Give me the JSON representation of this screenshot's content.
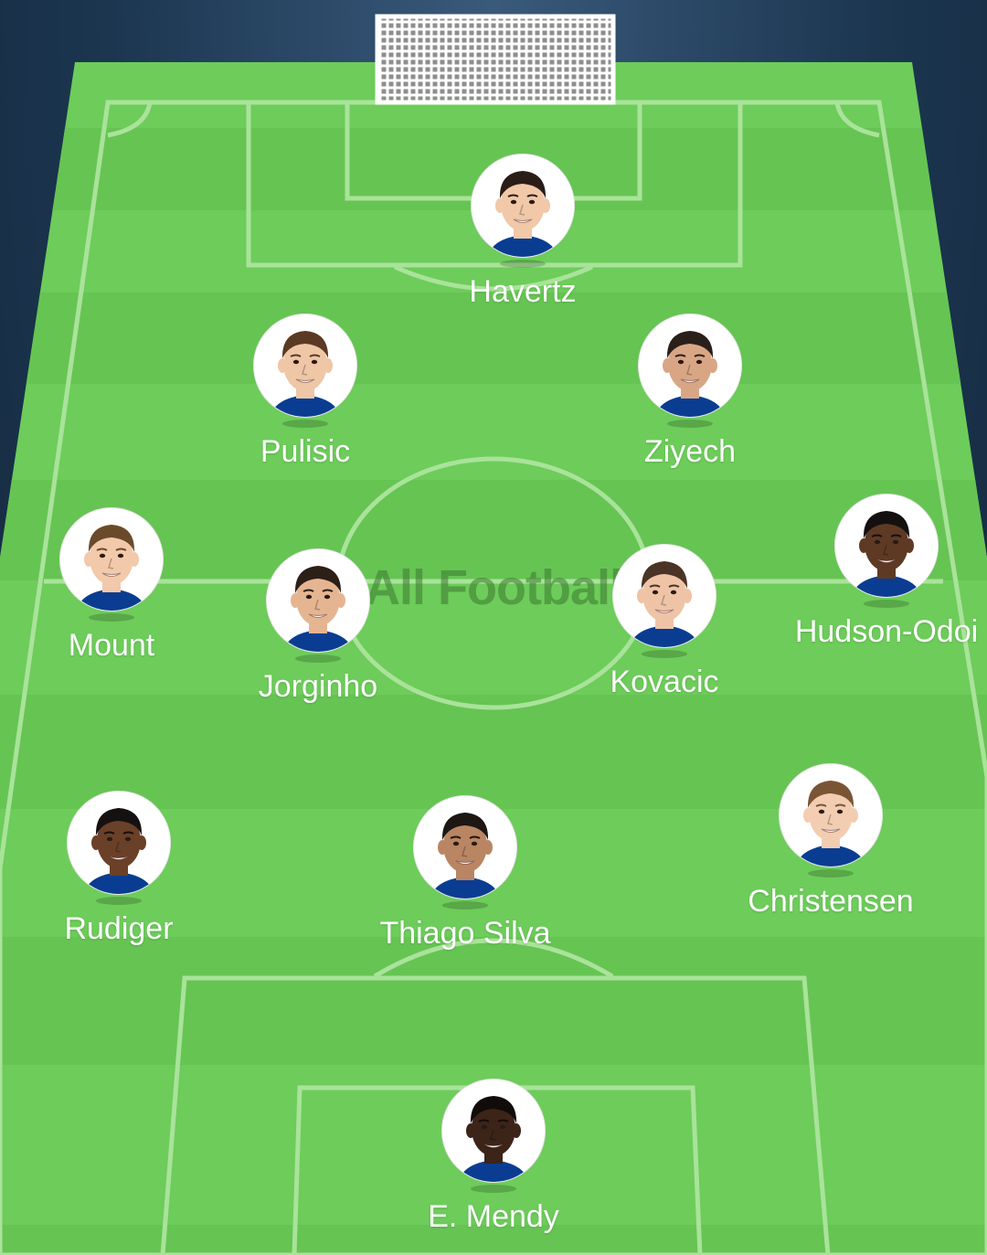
{
  "watermark": "All Football",
  "colors": {
    "pitch_light": "#6dcc5a",
    "pitch_dark": "#63c151",
    "lines": "#a9e39a",
    "background": "#1b3550",
    "name_text": "#ffffff",
    "avatar_bg": "#ffffff"
  },
  "players": [
    {
      "key": "havertz",
      "name": "Havertz",
      "position": "forward",
      "skin": "#f1c8a8",
      "hair": "#2a1d17"
    },
    {
      "key": "pulisic",
      "name": "Pulisic",
      "position": "attacking-midfielder-left",
      "skin": "#efc6a6",
      "hair": "#5a3a24"
    },
    {
      "key": "ziyech",
      "name": "Ziyech",
      "position": "attacking-midfielder-right",
      "skin": "#d9a685",
      "hair": "#2a1f1a"
    },
    {
      "key": "mount",
      "name": "Mount",
      "position": "wing-back-left",
      "skin": "#f2c9aa",
      "hair": "#6b4a2c"
    },
    {
      "key": "jorginho",
      "name": "Jorginho",
      "position": "central-midfielder-left",
      "skin": "#e5b592",
      "hair": "#2c1f18"
    },
    {
      "key": "kovacic",
      "name": "Kovacic",
      "position": "central-midfielder-right",
      "skin": "#efc4a6",
      "hair": "#4a3426"
    },
    {
      "key": "hudson-odoi",
      "name": "Hudson-Odoi",
      "position": "wing-back-right",
      "skin": "#5e3a24",
      "hair": "#141010"
    },
    {
      "key": "rudiger",
      "name": "Rudiger",
      "position": "centre-back-left",
      "skin": "#6b4028",
      "hair": "#161111"
    },
    {
      "key": "thiago-silva",
      "name": "Thiago Silva",
      "position": "centre-back-centre",
      "skin": "#b98563",
      "hair": "#1d1713"
    },
    {
      "key": "christensen",
      "name": "Christensen",
      "position": "centre-back-right",
      "skin": "#f3cdb2",
      "hair": "#7a5535"
    },
    {
      "key": "mendy",
      "name": "E. Mendy",
      "position": "goalkeeper",
      "skin": "#3c2418",
      "hair": "#110c0a"
    }
  ]
}
